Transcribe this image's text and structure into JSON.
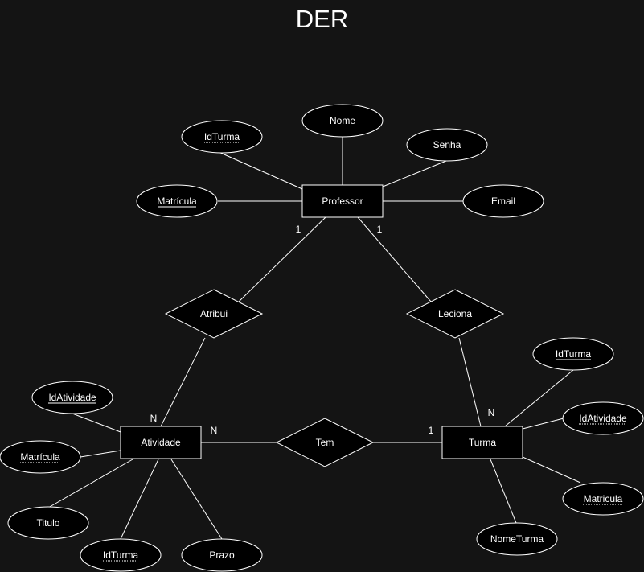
{
  "title": "DER",
  "colors": {
    "background": "#141414",
    "shape_fill": "#000000",
    "stroke": "#ffffff",
    "text": "#ffffff"
  },
  "entities": {
    "professor": "Professor",
    "atividade": "Atividade",
    "turma": "Turma"
  },
  "relationships": {
    "atribui": "Atribui",
    "leciona": "Leciona",
    "tem": "Tem"
  },
  "attributes": {
    "professor": {
      "nome": "Nome",
      "idturma": "IdTurma",
      "senha": "Senha",
      "matricula": "Matrícula",
      "email": "Email"
    },
    "atividade": {
      "idatividade": "IdAtividade",
      "matricula": "Matrícula",
      "titulo": "Titulo",
      "idturma": "IdTurma",
      "prazo": "Prazo"
    },
    "turma": {
      "idturma": "IdTurma",
      "idatividade": "IdAtividade",
      "matricula": "Matricula",
      "nometurma": "NomeTurma"
    }
  },
  "cardinalities": {
    "professor_atribui": "1",
    "professor_leciona": "1",
    "atividade_atribui": "N",
    "atividade_tem": "N",
    "turma_tem": "1",
    "turma_leciona": "N"
  }
}
